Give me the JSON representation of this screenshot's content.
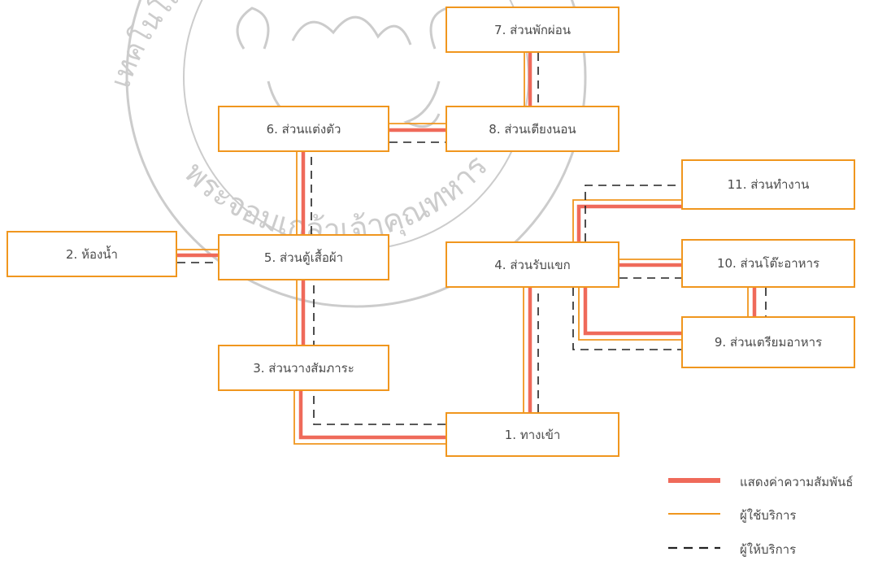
{
  "colors": {
    "relation": "#ef6a5a",
    "user": "#f0961e",
    "provider": "#222222",
    "node_border": "#f0961e",
    "watermark": "#9a9a9a"
  },
  "nodes": {
    "n1": "1. ทางเข้า",
    "n2": "2. ห้องน้ำ",
    "n3": "3. ส่วนวางสัมภาระ",
    "n4": "4. ส่วนรับแขก",
    "n5": "5. ส่วนตู้เสื้อผ้า",
    "n6": "6. ส่วนแต่งตัว",
    "n7": "7. ส่วนพักผ่อน",
    "n8": "8. ส่วนเตียงนอน",
    "n9": "9. ส่วนเตรียมอาหาร",
    "n10": "10. ส่วนโต๊ะอาหาร",
    "n11": "11. ส่วนทำงาน"
  },
  "legend": {
    "relation": "แสดงค่าความสัมพันธ์",
    "user": "ผู้ใช้บริการ",
    "provider": "ผู้ให้บริการ"
  },
  "watermark": {
    "text_left": "เทคโนโลยี",
    "text_bottom": "พระจอมเกล้าเจ้าคุณทหาร"
  }
}
